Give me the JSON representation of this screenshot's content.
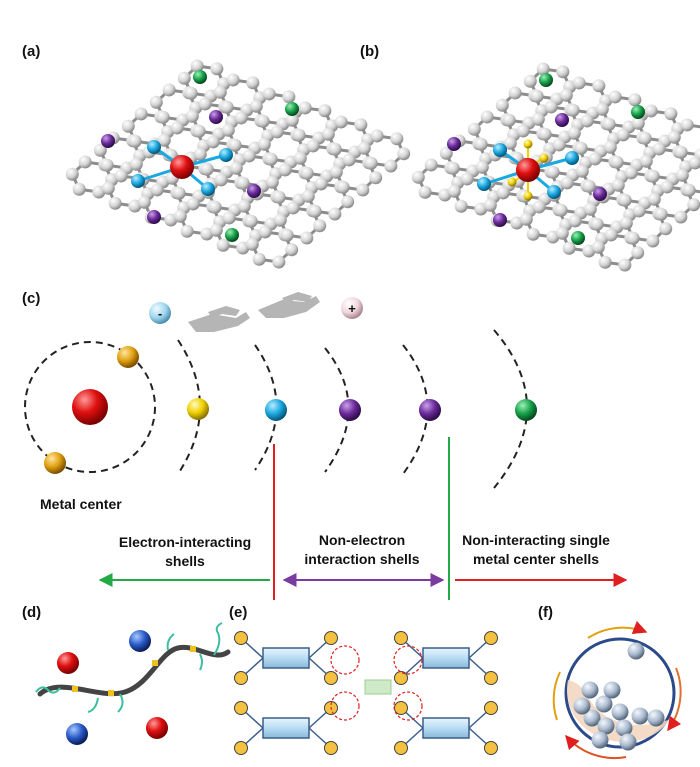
{
  "panels": {
    "a": "(a)",
    "b": "(b)",
    "c": "(c)",
    "d": "(d)",
    "e": "(e)",
    "f": "(f)"
  },
  "shells_diagram": {
    "metal_center_label": "Metal center",
    "minus_sign": "-",
    "plus_sign": "+",
    "electron_interacting": [
      "Electron-interacting",
      "shells"
    ],
    "non_electron_interaction": [
      "Non-electron",
      "interaction shells"
    ],
    "non_interacting_single": [
      "Non-interacting single",
      "metal center shells"
    ]
  },
  "colors": {
    "metal": "#e01010",
    "first_shell": "#f0d000",
    "nitrogen": "#1aa8e0",
    "second_shell": "#6a2a9a",
    "third_shell": "#16a048",
    "carbon": "#d9d9d9",
    "red_line": "#e02020",
    "green_line": "#22aa44",
    "purple_line": "#7a3aa0"
  }
}
